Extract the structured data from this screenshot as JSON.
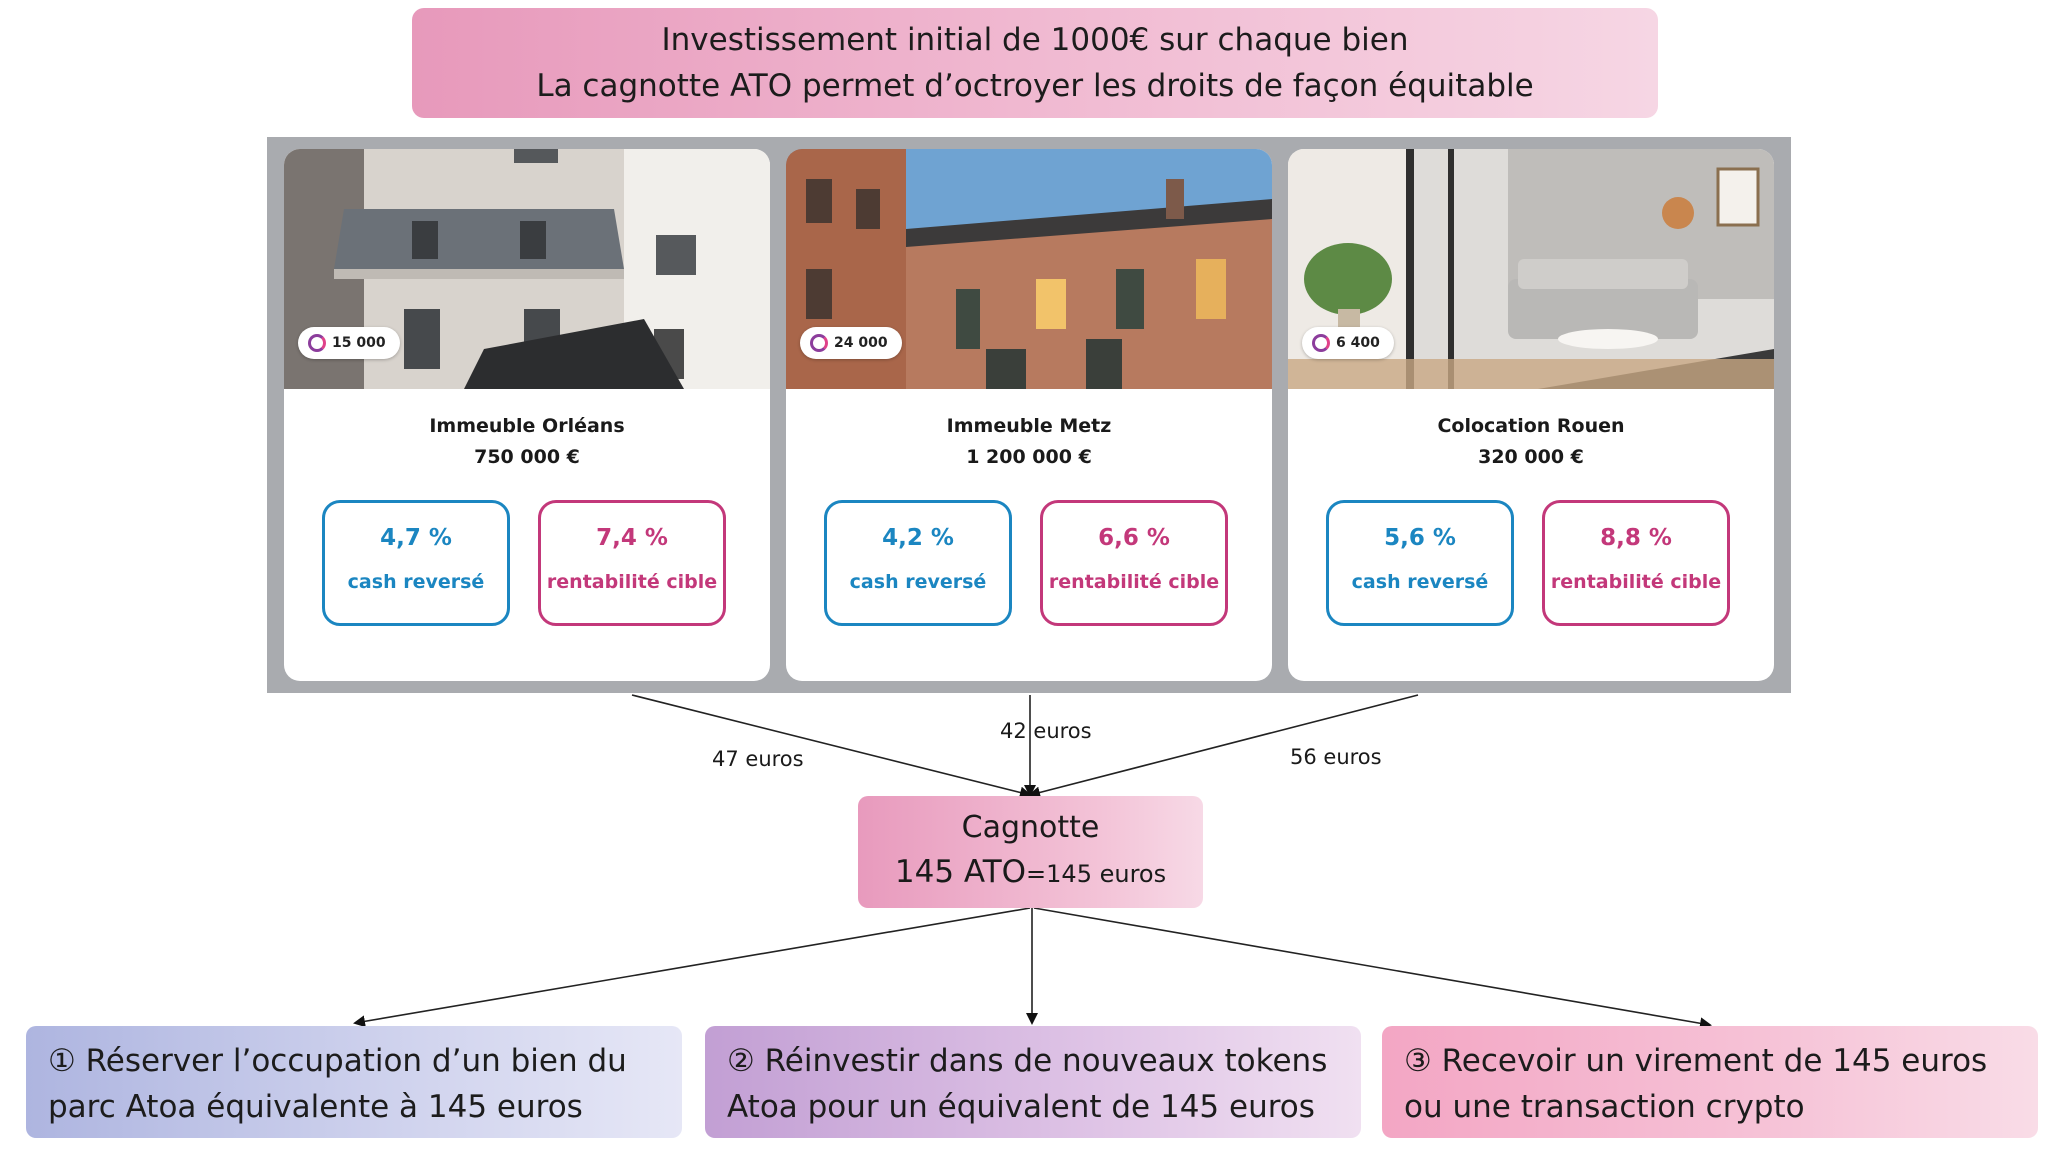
{
  "banner": {
    "line1": "Investissement initial de 1000€ sur chaque bien",
    "line2": "La cagnotte ATO permet d’octroyer les droits de façon équitable"
  },
  "properties": [
    {
      "tokens": "15 000",
      "name": "Immeuble Orléans",
      "price": "750 000 €",
      "cash_value": "4,7 %",
      "cash_label": "cash reversé",
      "target_value": "7,4 %",
      "target_label": "rentabilité cible"
    },
    {
      "tokens": "24 000",
      "name": "Immeuble Metz",
      "price": "1 200 000 €",
      "cash_value": "4,2 %",
      "cash_label": "cash reversé",
      "target_value": "6,6 %",
      "target_label": "rentabilité cible"
    },
    {
      "tokens": "6 400",
      "name": "Colocation Rouen",
      "price": "320 000 €",
      "cash_value": "5,6 %",
      "cash_label": "cash reversé",
      "target_value": "8,8 %",
      "target_label": "rentabilité cible"
    }
  ],
  "flows": {
    "orleans": "47 euros",
    "metz": "42 euros",
    "rouen": "56 euros"
  },
  "cagnotte": {
    "title": "Cagnotte",
    "amount": "145 ATO",
    "equivalent": "=145 euros"
  },
  "options": [
    {
      "line1": "① Réserver l’occupation d’un bien du",
      "line2": "parc Atoa équivalente à 145 euros"
    },
    {
      "line1": "② Réinvestir dans de nouveaux tokens",
      "line2": "Atoa pour un équivalent de 145 euros"
    },
    {
      "line1": "③ Recevoir un virement de 145 euros",
      "line2": "ou une transaction crypto"
    }
  ],
  "colors": {
    "cash": "#1b86c1",
    "target": "#c3387a",
    "banner_pink": "#e799bb"
  }
}
